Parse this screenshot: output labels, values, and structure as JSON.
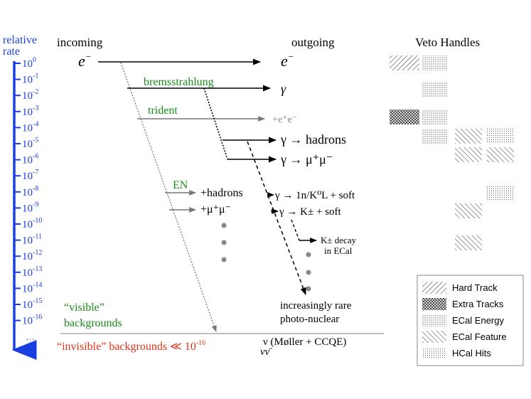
{
  "axis": {
    "label_line1": "relative",
    "label_line2": "rate",
    "color": "#1a3fe0",
    "ticks": [
      {
        "base": "10",
        "exp": "0"
      },
      {
        "base": "10",
        "exp": "-1"
      },
      {
        "base": "10",
        "exp": "-2"
      },
      {
        "base": "10",
        "exp": "-3"
      },
      {
        "base": "10",
        "exp": "-4"
      },
      {
        "base": "10",
        "exp": "-5"
      },
      {
        "base": "10",
        "exp": "-6"
      },
      {
        "base": "10",
        "exp": "-7"
      },
      {
        "base": "10",
        "exp": "-8"
      },
      {
        "base": "10",
        "exp": "-9"
      },
      {
        "base": "10",
        "exp": "-10"
      },
      {
        "base": "10",
        "exp": "-11"
      },
      {
        "base": "10",
        "exp": "-12"
      },
      {
        "base": "10",
        "exp": "-13"
      },
      {
        "base": "10",
        "exp": "-14"
      },
      {
        "base": "10",
        "exp": "-15"
      },
      {
        "base": "10",
        "exp": "-16"
      }
    ],
    "ellipsis": "…"
  },
  "headers": {
    "incoming": "incoming",
    "outgoing": "outgoing",
    "veto": "Veto Handles"
  },
  "particles": {
    "e_in_base": "e",
    "e_in_sup": "−",
    "e_out_base": "e",
    "e_out_sup": "−",
    "gamma": "γ",
    "ee_pair": "+e⁺e⁻",
    "gamma_hadrons": "γ → hadrons",
    "gamma_mumu": "γ → μ⁺μ⁻",
    "en_hadrons": "+hadrons",
    "en_mumu": "+μ⁺μ⁻",
    "gamma_n": "γ → 1n/K⁰L + soft",
    "gamma_kpm": "γ → K± + soft",
    "k_decay_line1": "K± decay",
    "k_decay_line2": "in ECal",
    "rare_line1": "increasingly rare",
    "rare_line2": "photo-nuclear",
    "nu_line1": "ν (Møller + CCQE)",
    "nu_line2": "νν̄"
  },
  "process_labels": {
    "brems": "bremsstrahlung",
    "trident": "trident",
    "en": "EN",
    "color": "#1a8a1a"
  },
  "backgrounds": {
    "visible_line1": "“visible”",
    "visible_line2": "backgrounds",
    "visible_color": "#1a8a1a",
    "invisible": "“invisible” backgrounds ≪ 10",
    "invisible_exp": "-16",
    "invisible_color": "#e0321a"
  },
  "legend": {
    "items": [
      {
        "label": "Hard Track",
        "pattern": "hard"
      },
      {
        "label": "Extra Tracks",
        "pattern": "extra"
      },
      {
        "label": "ECal Energy",
        "pattern": "ecal-energy"
      },
      {
        "label": "ECal Feature",
        "pattern": "ecal-feature"
      },
      {
        "label": "HCal Hits",
        "pattern": "hcal"
      }
    ]
  },
  "veto_rows": [
    {
      "process": "e−",
      "patterns": [
        "hard",
        "ecal-energy"
      ]
    },
    {
      "process": "γ",
      "patterns": [
        "ecal-energy"
      ]
    },
    {
      "process": "+e⁺e⁻",
      "patterns": [
        "extra",
        "ecal-energy"
      ]
    },
    {
      "process": "γ → hadrons",
      "patterns": [
        "ecal-energy",
        "ecal-feature",
        "hcal"
      ]
    },
    {
      "process": "γ → μ⁺μ⁻",
      "patterns": [
        "ecal-feature",
        "ecal-feature"
      ]
    },
    {
      "process": "γ → 1n/K⁰L",
      "patterns": [
        "hcal"
      ]
    },
    {
      "process": "γ → K±",
      "patterns": [
        "ecal-feature"
      ]
    },
    {
      "process": "K± decay",
      "patterns": [
        "ecal-feature"
      ]
    }
  ]
}
